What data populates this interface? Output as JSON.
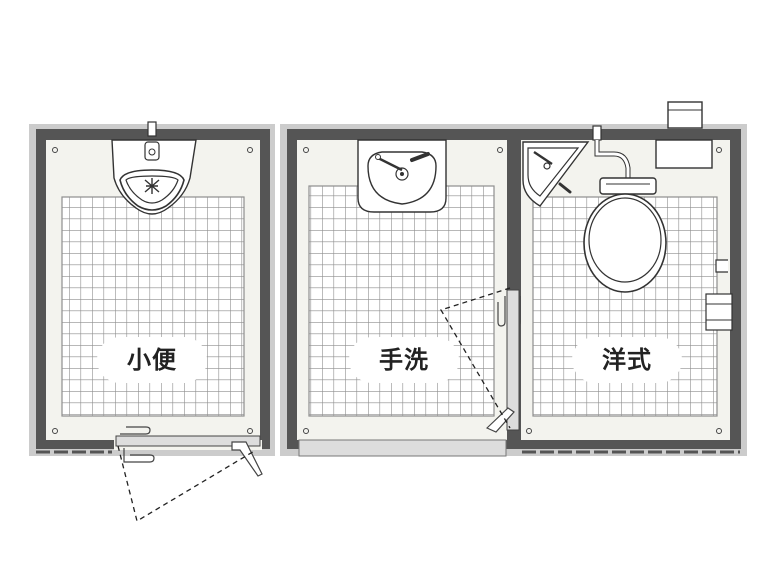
{
  "rooms": {
    "urinal": {
      "label": "小便"
    },
    "washroom": {
      "label": "手洗"
    },
    "western_toilet": {
      "label": "洋式"
    }
  },
  "colors": {
    "wall_outer": "#c8c8c8",
    "wall_inner": "#5a5a5a",
    "floor": "#f2f2ec",
    "tile_grid": "#999999",
    "fixture_fill": "#ffffff",
    "fixture_stroke": "#333333",
    "label_bg": "#ffffff",
    "label_text": "#222222"
  }
}
